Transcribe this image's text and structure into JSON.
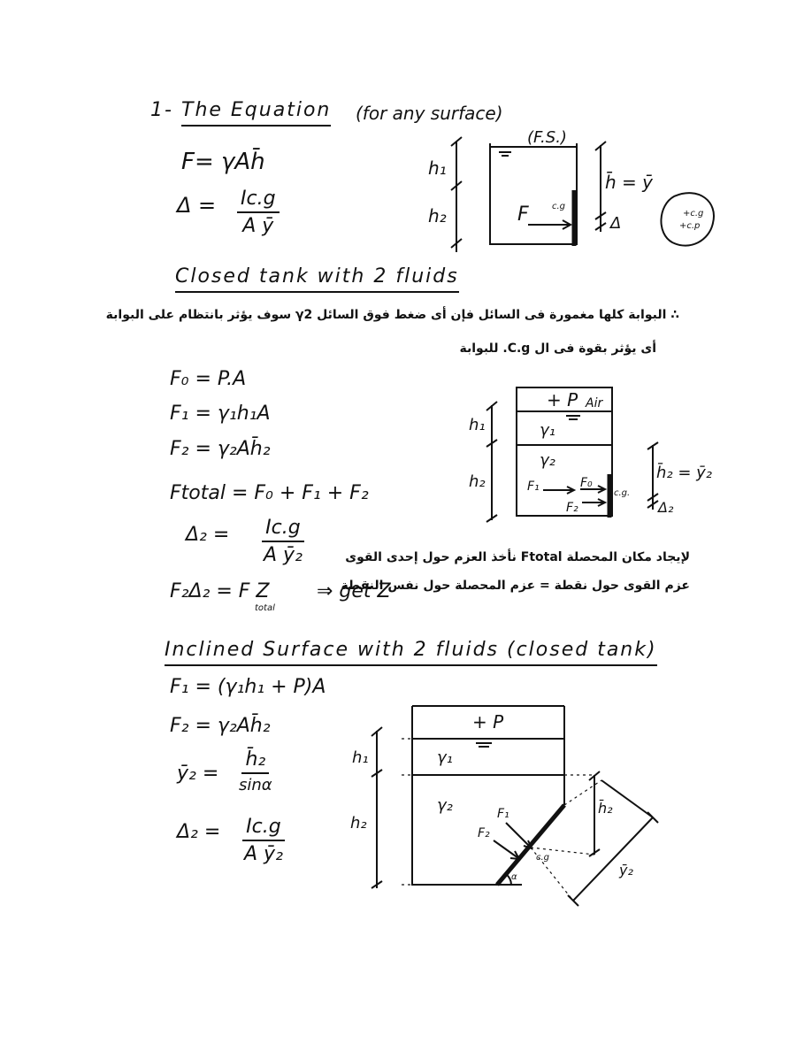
{
  "section1": {
    "number": "1-",
    "title": "The Equation",
    "note": "(for any surface)",
    "eq_force": "F= γAh̄",
    "eq_delta_lhs": "Δ =",
    "eq_delta_num": "Ic.g",
    "eq_delta_den": "A ȳ",
    "fig": {
      "fs": "(F.S.)",
      "h1": "h₁",
      "h2": "h₂",
      "F": "F",
      "cg": "c.g",
      "hbar": "h̄ = ȳ",
      "delta": "Δ",
      "blob_cg": "+c.g",
      "blob_cp": "+c.p"
    }
  },
  "section2": {
    "title": "Closed tank with 2 fluids",
    "ar1": "∴ البوابة كلها مغمورة فى السائل فإن أى ضغط فوق السائل γ2 سوف يؤثر بانتظام على البوابة",
    "ar2": "أى يؤثر بقوة فى ال C.g. للبوابة",
    "eq_f0": "F₀ = P.A",
    "eq_f1": "F₁ = γ₁h₁A",
    "eq_f2": "F₂ = γ₂Ah̄₂",
    "eq_ftotal": "Ftotal = F₀ + F₁ + F₂",
    "eq_delta2_lhs": "Δ₂ =",
    "eq_delta2_num": "Ic.g",
    "eq_delta2_den": "A ȳ₂",
    "eq_moment": "F₂Δ₂ = F Z",
    "eq_moment_sub": "total",
    "get_z": "⇒ get Z",
    "ar3": "لإيجاد مكان المحصلة Ftotal نأخذ العزم حول إحدى القوى",
    "ar4": "عزم القوى حول نقطة = عزم المحصلة حول نفس النقطة",
    "fig": {
      "p": "+ P",
      "air": "Air",
      "g1": "γ₁",
      "g2": "γ₂",
      "h1": "h₁",
      "h2": "h₂",
      "F1": "F₁",
      "F0": "F₀",
      "F2": "F₂",
      "cg": "c.g.",
      "h2bar": "h̄₂ = ȳ₂",
      "delta2": "Δ₂"
    }
  },
  "section3": {
    "title": "Inclined Surface with 2 fluids (closed tank)",
    "eq_f1": "F₁ = (γ₁h₁ + P)A",
    "eq_f2": "F₂ = γ₂Ah̄₂",
    "eq_y2_lhs": "ȳ₂ =",
    "eq_y2_num": "h̄₂",
    "eq_y2_den": "sinα",
    "eq_delta2_lhs": "Δ₂ =",
    "eq_delta2_num": "Ic.g",
    "eq_delta2_den": "A ȳ₂",
    "fig": {
      "p": "+ P",
      "g1": "γ₁",
      "g2": "γ₂",
      "h1": "h₁",
      "h2": "h₂",
      "F1": "F₁",
      "F2": "F₂",
      "cg": "c.g",
      "alpha": "α",
      "h2bar": "h̄₂",
      "y2bar": "ȳ₂"
    }
  }
}
